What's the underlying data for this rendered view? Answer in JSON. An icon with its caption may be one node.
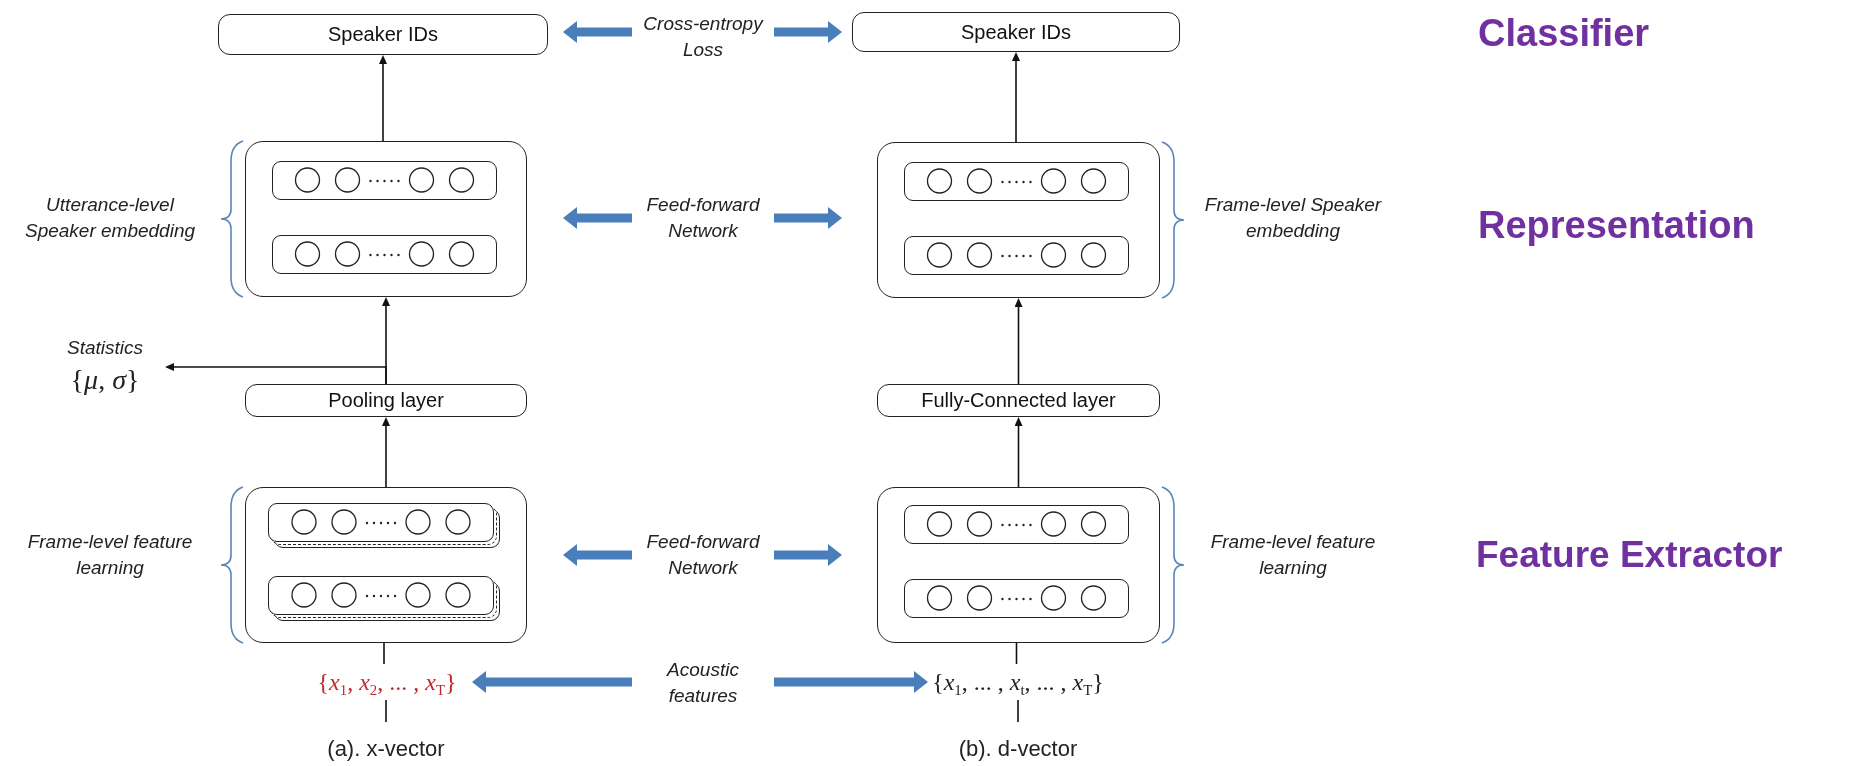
{
  "diagram": {
    "nodes": [
      {
        "text": [
          "Speaker IDs"
        ]
      },
      {
        "text": [
          "Cross-entropy Loss"
        ]
      },
      {
        "text": [
          "Speaker IDs"
        ]
      },
      {
        "text": [],
        "shape": "box"
      },
      {
        "text": [],
        "shape": "box",
        "in": 3
      },
      {
        "text": [],
        "shape": "box",
        "in": 3
      },
      {
        "text": [
          "Feed-forward Network"
        ]
      },
      {
        "text": [],
        "shape": "box"
      },
      {
        "text": [],
        "shape": "box",
        "in": 7
      },
      {
        "text": [],
        "shape": "box",
        "in": 7
      },
      {
        "text": [
          "Statistics",
          "{*μ*, *σ*}"
        ]
      },
      {
        "text": [
          "Pooling layer"
        ]
      },
      {
        "text": [
          "Fully-Connected layer"
        ]
      },
      {
        "text": [],
        "shape": "box"
      },
      {
        "text": [],
        "shape": "box",
        "in": 13
      },
      {
        "text": [],
        "shape": "box",
        "in": 13
      },
      {
        "text": [
          "Feed-forward Network"
        ]
      },
      {
        "text": [],
        "shape": "box"
      },
      {
        "text": [],
        "shape": "box",
        "in": 17
      },
      {
        "text": [],
        "shape": "box",
        "in": 17
      },
      {
        "text": [
          "{*x*$_{1}$, *x*$_{2}$, ... , *x*$_{T}$}"
        ]
      },
      {
        "text": [
          "Acoustic features"
        ]
      },
      {
        "text": [
          "{*x*$_{1}$, ... , *x*$_{t}$, ... , *x*$_{T}$}"
        ]
      }
    ],
    "edges": [
      {
        "from": 3,
        "to": 0,
        "arrow": "to"
      },
      {
        "from": 7,
        "to": 2,
        "arrow": "to"
      },
      {
        "from": 11,
        "to": 3,
        "arrow": "to"
      },
      {
        "from": 11,
        "to": 10,
        "arrow": "to"
      },
      {
        "from": 12,
        "to": 7,
        "arrow": "to"
      },
      {
        "from": 13,
        "to": 11,
        "arrow": "to"
      },
      {
        "from": 17,
        "to": 12,
        "arrow": "to"
      },
      {
        "from": null,
        "to": 20,
        "arrow": "none"
      },
      {
        "from": 20,
        "to": 15,
        "arrow": "to"
      },
      {
        "from": null,
        "to": 22,
        "arrow": "none"
      },
      {
        "from": 22,
        "to": 19,
        "arrow": "to"
      },
      {
        "from": 1,
        "to": null,
        "arrow": "to",
        "style": "thick",
        "color": "#4a7ebb"
      },
      {
        "from": 1,
        "to": null,
        "arrow": "to",
        "style": "thick",
        "color": "#4a7ebb"
      },
      {
        "from": 6,
        "to": null,
        "arrow": "to",
        "style": "thick",
        "color": "#4a7ebb"
      },
      {
        "from": 6,
        "to": null,
        "arrow": "to",
        "style": "thick",
        "color": "#4a7ebb"
      },
      {
        "from": 16,
        "to": null,
        "arrow": "to",
        "style": "thick",
        "color": "#4a7ebb"
      },
      {
        "from": 16,
        "to": null,
        "arrow": "to",
        "style": "thick",
        "color": "#4a7ebb"
      },
      {
        "from": 21,
        "to": 20,
        "arrow": "to",
        "style": "thick",
        "color": "#4a7ebb"
      },
      {
        "from": 21,
        "to": 22,
        "arrow": "to",
        "style": "thick",
        "color": "#4a7ebb"
      }
    ],
    "labels": [
      "Classifier",
      "Utterance-level Speaker embedding",
      "Frame-level Speaker embedding",
      "Representation",
      "Frame-level feature learning",
      "Frame-level feature learning",
      "Feature Extractor",
      "(a). x-vector",
      "(b). d-vector"
    ]
  }
}
